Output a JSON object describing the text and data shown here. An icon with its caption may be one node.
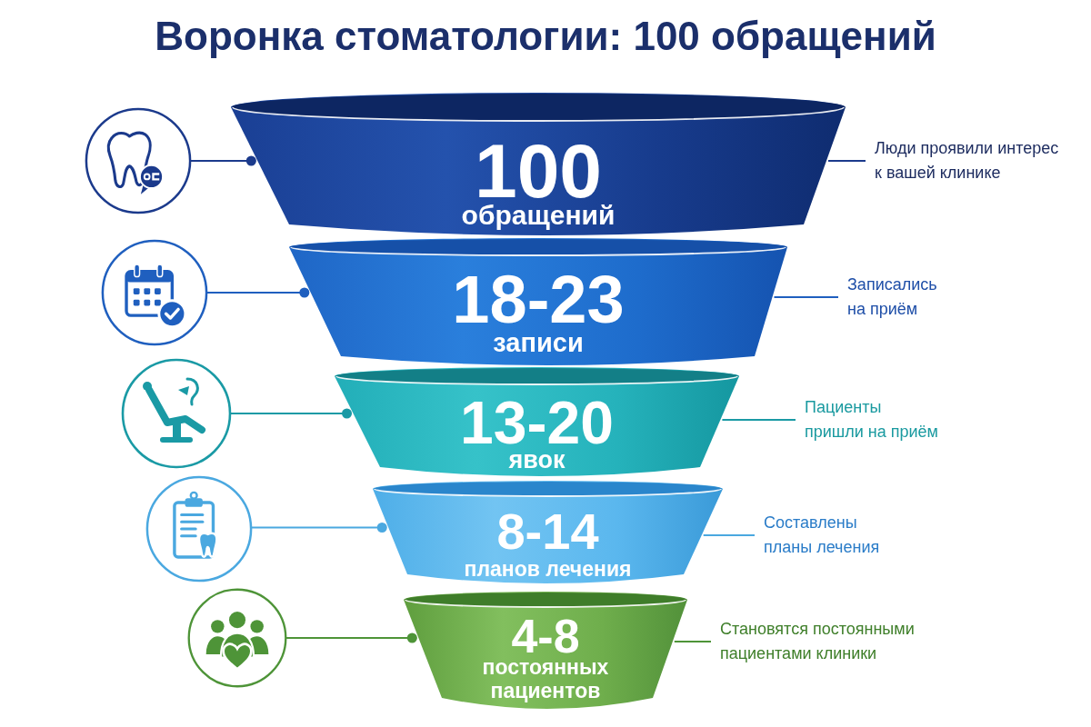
{
  "diagram": {
    "title": "Воронка стоматологии: 100 обращений",
    "nodes": [
      {
        "text": [],
        "shape": "circle"
      },
      {
        "text": [
          "100",
          "обращений"
        ]
      },
      {
        "text": [
          "Люди проявили интерес к вашей клинике"
        ]
      },
      {
        "text": [],
        "shape": "circle"
      },
      {
        "text": [
          "18-23",
          "записи"
        ]
      },
      {
        "text": [
          "Записались на приём"
        ]
      },
      {
        "text": [],
        "shape": "circle"
      },
      {
        "text": [
          "13-20",
          "явок"
        ]
      },
      {
        "text": [
          "Пациенты пришли на приём"
        ]
      },
      {
        "text": [],
        "shape": "circle"
      },
      {
        "text": [
          "8-14",
          "планов лечения"
        ]
      },
      {
        "text": [
          "Составлены планы лечения"
        ]
      },
      {
        "text": [],
        "shape": "circle"
      },
      {
        "text": [
          "4-8",
          "постоянных пациентов"
        ]
      },
      {
        "text": [
          "Становятся постоянными пациентами клиники"
        ]
      }
    ],
    "edges": [
      {
        "from": 0,
        "to": 1,
        "arrow": "other",
        "color": "#1b3a8c"
      },
      {
        "from": 2,
        "to": 1,
        "arrow": "none",
        "color": "#1b3a8c"
      },
      {
        "from": 3,
        "to": 4,
        "arrow": "other",
        "color": "#1f5fbf"
      },
      {
        "from": 5,
        "to": 4,
        "arrow": "none",
        "color": "#1f5fbf"
      },
      {
        "from": 6,
        "to": 7,
        "arrow": "other",
        "color": "#1a9aa5"
      },
      {
        "from": 8,
        "to": 7,
        "arrow": "none",
        "color": "#1a9aa5"
      },
      {
        "from": 9,
        "to": 10,
        "arrow": "other",
        "color": "#4aa8e0"
      },
      {
        "from": 11,
        "to": 10,
        "arrow": "none",
        "color": "#4aa8e0"
      },
      {
        "from": 12,
        "to": 13,
        "arrow": "other",
        "color": "#4e9438"
      },
      {
        "from": 14,
        "to": 13,
        "arrow": "none",
        "color": "#4e9438"
      }
    ]
  }
}
